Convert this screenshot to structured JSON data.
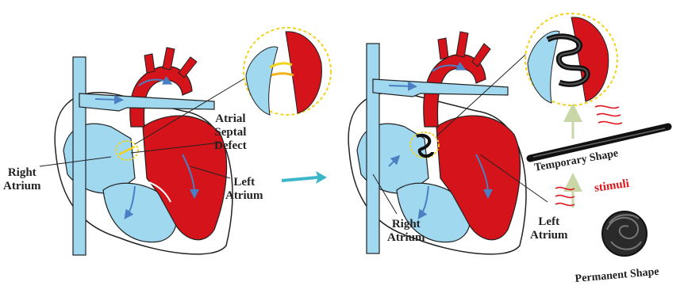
{
  "labels": {
    "left_heart": {
      "atrial_septal_defect": [
        "Atrial",
        "Septal",
        "Defect"
      ],
      "right_atrium": [
        "Right",
        "Atrium"
      ],
      "left_atrium": [
        "Left",
        "Atrium"
      ]
    },
    "right_heart": {
      "right_atrium": [
        "Right",
        "Atrium"
      ],
      "left_atrium": [
        "Left",
        "Atrium"
      ]
    },
    "temporary_shape": "Temporary Shape",
    "stimuli": "stimuli",
    "permanent_shape": "Permanent Shape"
  },
  "colors": {
    "blood_red": "#d4141a",
    "vein_blue": "#9fd8ef",
    "vessel_blue_arrow": "#4a7fc4",
    "highlight_yellow": "#f2d21b",
    "stimuli_red": "#e0161c",
    "process_arrow": "#3cb6c9",
    "outline": "#222222"
  }
}
